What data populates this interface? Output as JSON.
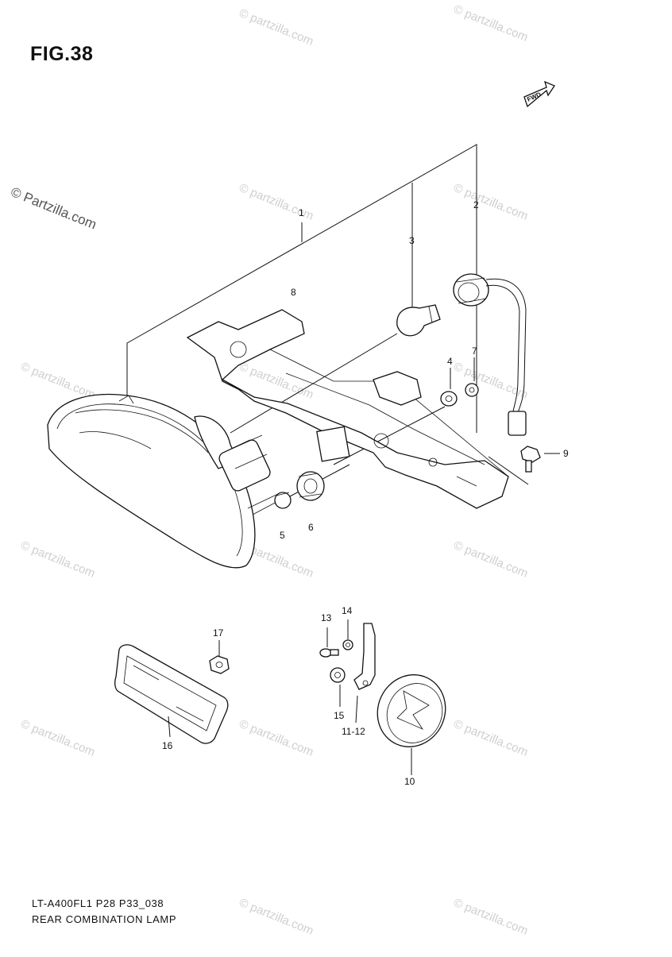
{
  "figure": {
    "title": "FIG.38",
    "copyright": "© Partzilla.com",
    "watermark": "© partzilla.com",
    "direction_tag": "FWD",
    "model_code": "LT-A400FL1 P28 P33_038",
    "caption": "REAR COMBINATION LAMP"
  },
  "callouts": [
    "1",
    "2",
    "3",
    "4",
    "5",
    "6",
    "7",
    "8",
    "9",
    "10",
    "11-12",
    "13",
    "14",
    "15",
    "16",
    "17"
  ]
}
